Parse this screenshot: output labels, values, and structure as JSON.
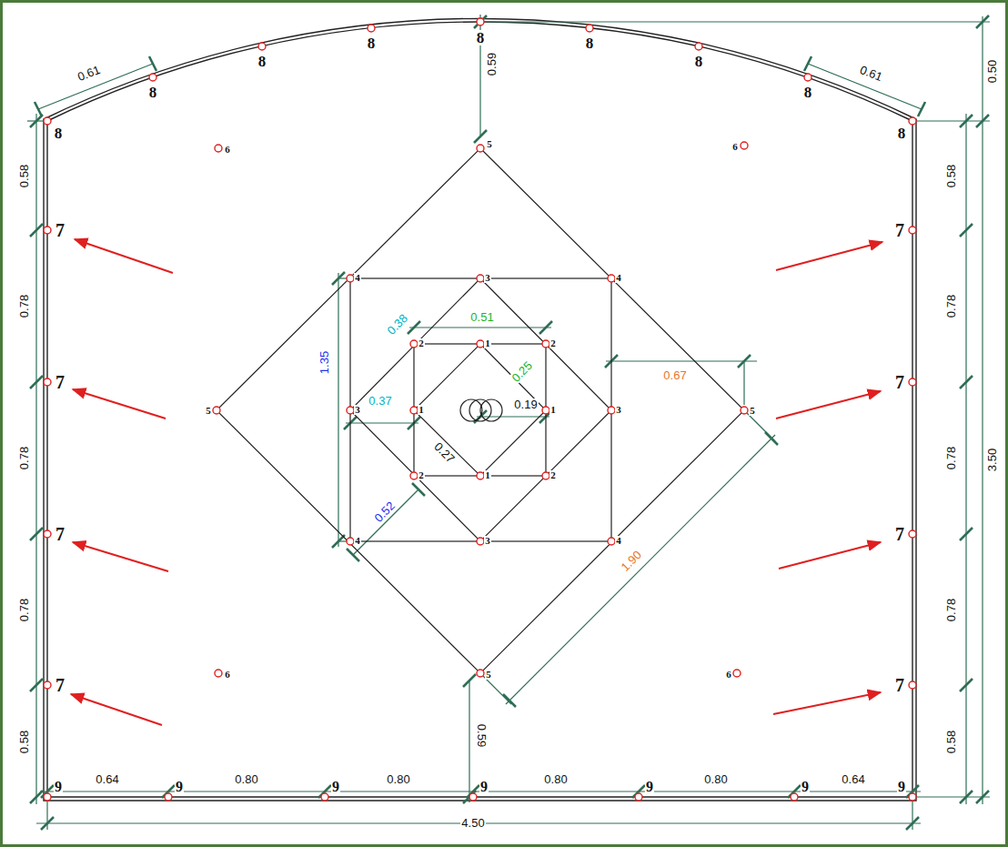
{
  "diagram": {
    "labels": [
      "0.61",
      "0.59",
      "0.61",
      "0.50",
      "8",
      "8",
      "8",
      "8",
      "8",
      "8",
      "8",
      "8",
      "8",
      "6",
      "6",
      "5",
      "4",
      "3",
      "4",
      "0.38",
      "0.51",
      "2",
      "1",
      "2",
      "0.25",
      "0.67",
      "1.35",
      "5",
      "3",
      "0.37",
      "1",
      "0.19",
      "1",
      "3",
      "5",
      "2",
      "1",
      "2",
      "0.27",
      "4",
      "3",
      "4",
      "0.52",
      "1.90",
      "5",
      "6",
      "6",
      "0.58",
      "0.78",
      "0.78",
      "0.78",
      "0.58",
      "7",
      "7",
      "7",
      "7",
      "7",
      "7",
      "7",
      "7",
      "0.58",
      "0.78",
      "0.78",
      "0.78",
      "0.58",
      "3.50",
      "0.59",
      "9",
      "9",
      "9",
      "9",
      "9",
      "9",
      "9",
      "0.64",
      "0.80",
      "0.80",
      "0.80",
      "0.80",
      "0.64",
      "4.50"
    ]
  }
}
